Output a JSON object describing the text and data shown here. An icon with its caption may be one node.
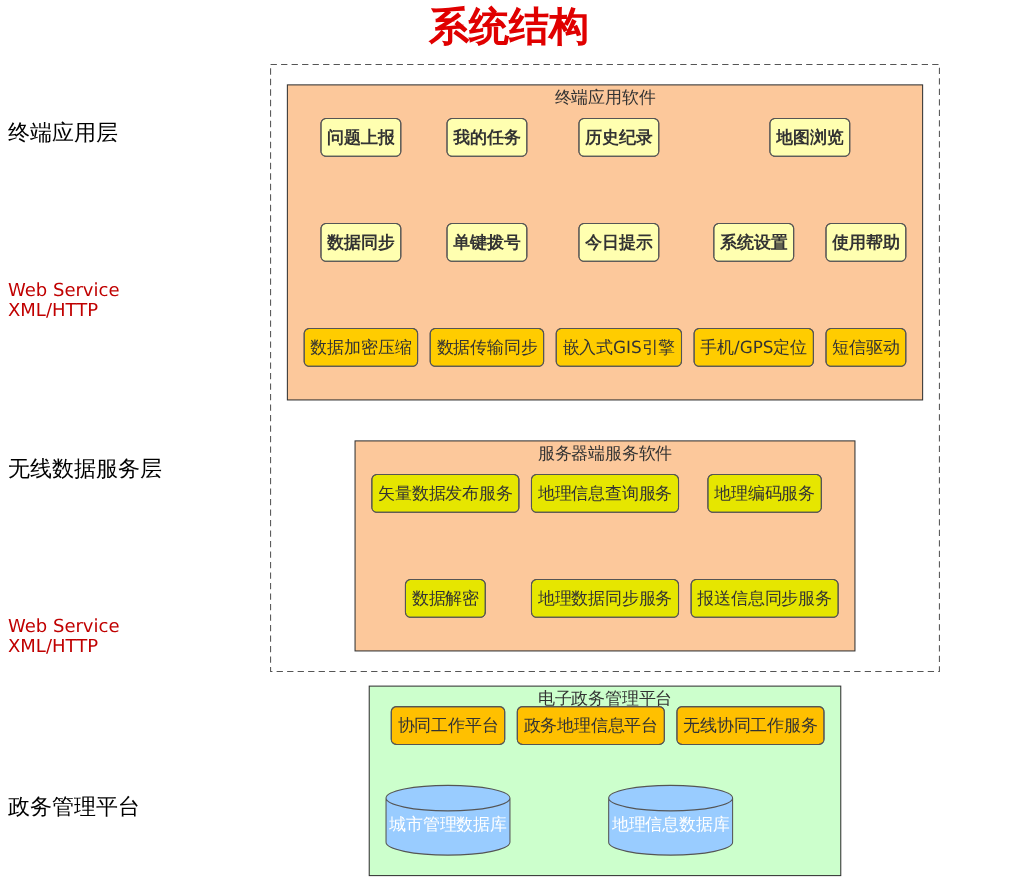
{
  "diagram": {
    "title": "系统结构",
    "nodes": [
      {
        "text": [],
        "shape": "box"
      },
      {
        "text": [
          "终端应用软件"
        ],
        "in": 0
      },
      {
        "text": [
          "问题上报"
        ],
        "in": 1
      },
      {
        "text": [
          "我的任务"
        ],
        "in": 1
      },
      {
        "text": [
          "历史纪录"
        ],
        "in": 1
      },
      {
        "text": [
          "地图浏览"
        ],
        "in": 1
      },
      {
        "text": [
          "数据同步"
        ],
        "in": 1
      },
      {
        "text": [
          "单键拨号"
        ],
        "in": 1
      },
      {
        "text": [
          "今日提示"
        ],
        "in": 1
      },
      {
        "text": [
          "系统设置"
        ],
        "in": 1
      },
      {
        "text": [
          "使用帮助"
        ],
        "in": 1
      },
      {
        "text": [
          "数据加密压缩"
        ],
        "in": 1
      },
      {
        "text": [
          "数据传输同步"
        ],
        "in": 1
      },
      {
        "text": [
          "嵌入式GIS引擎"
        ],
        "in": 1
      },
      {
        "text": [
          "手机/GPS定位"
        ],
        "in": 1
      },
      {
        "text": [
          "短信驱动"
        ],
        "in": 1
      },
      {
        "text": [
          "服务器端服务软件"
        ],
        "in": 0
      },
      {
        "text": [
          "矢量数据发布服务"
        ],
        "in": 16
      },
      {
        "text": [
          "地理信息查询服务"
        ],
        "in": 16
      },
      {
        "text": [
          "地理编码服务"
        ],
        "in": 16
      },
      {
        "text": [
          "数据解密"
        ],
        "in": 16
      },
      {
        "text": [
          "地理数据同步服务"
        ],
        "in": 16
      },
      {
        "text": [
          "报送信息同步服务"
        ],
        "in": 16
      },
      {
        "text": [
          "电子政务管理平台"
        ]
      },
      {
        "text": [
          "协同工作平台"
        ],
        "in": 23
      },
      {
        "text": [
          "政务地理信息平台"
        ],
        "in": 23
      },
      {
        "text": [
          "无线协同工作服务"
        ],
        "in": 23
      },
      {
        "text": [
          "城市管理数据库"
        ],
        "in": 23
      },
      {
        "text": [
          "地理信息数据库"
        ],
        "in": 23
      }
    ],
    "labels": [
      "终端应用层",
      "Web Service XML/HTTP",
      "无线数据服务层",
      "Web Service XML/HTTP",
      "政务管理平台"
    ]
  }
}
